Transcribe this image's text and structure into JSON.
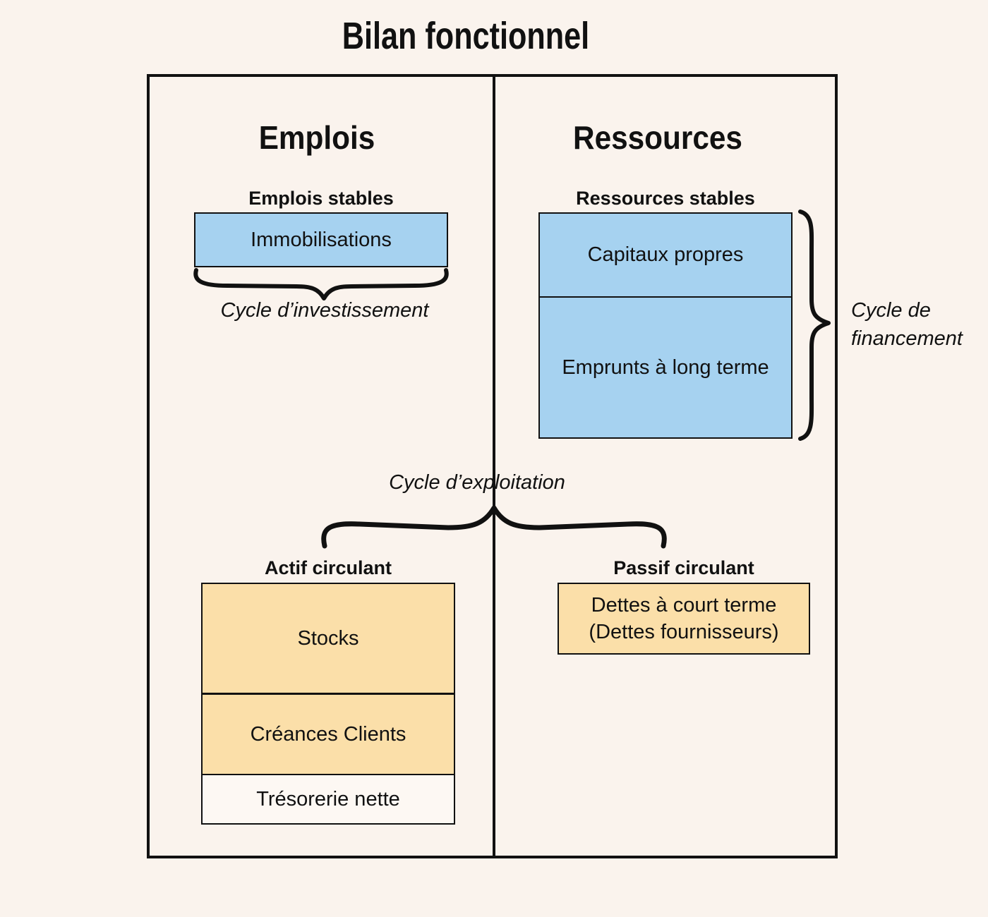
{
  "title": "Bilan fonctionnel",
  "colors": {
    "background": "#faf3ed",
    "box_blue": "#a6d2f0",
    "box_orange": "#fbdfa9",
    "box_white": "#fdf8f3",
    "line": "#111111"
  },
  "left_column": {
    "header": "Emplois",
    "stables_label": "Emplois stables",
    "immobilisations": "Immobilisations",
    "investment_cycle_label": "Cycle d’investissement",
    "circulant_label": "Actif circulant",
    "stocks": "Stocks",
    "creances": "Créances Clients",
    "tresorerie": "Trésorerie nette"
  },
  "right_column": {
    "header": "Ressources",
    "stables_label": "Ressources stables",
    "capitaux": "Capitaux propres",
    "emprunts": "Emprunts à long terme",
    "financing_cycle_label": "Cycle de financement",
    "circulant_label": "Passif circulant",
    "dettes_line1": "Dettes à court terme",
    "dettes_line2": "(Dettes fournisseurs)"
  },
  "center": {
    "exploitation_cycle_label": "Cycle d’exploitation"
  }
}
